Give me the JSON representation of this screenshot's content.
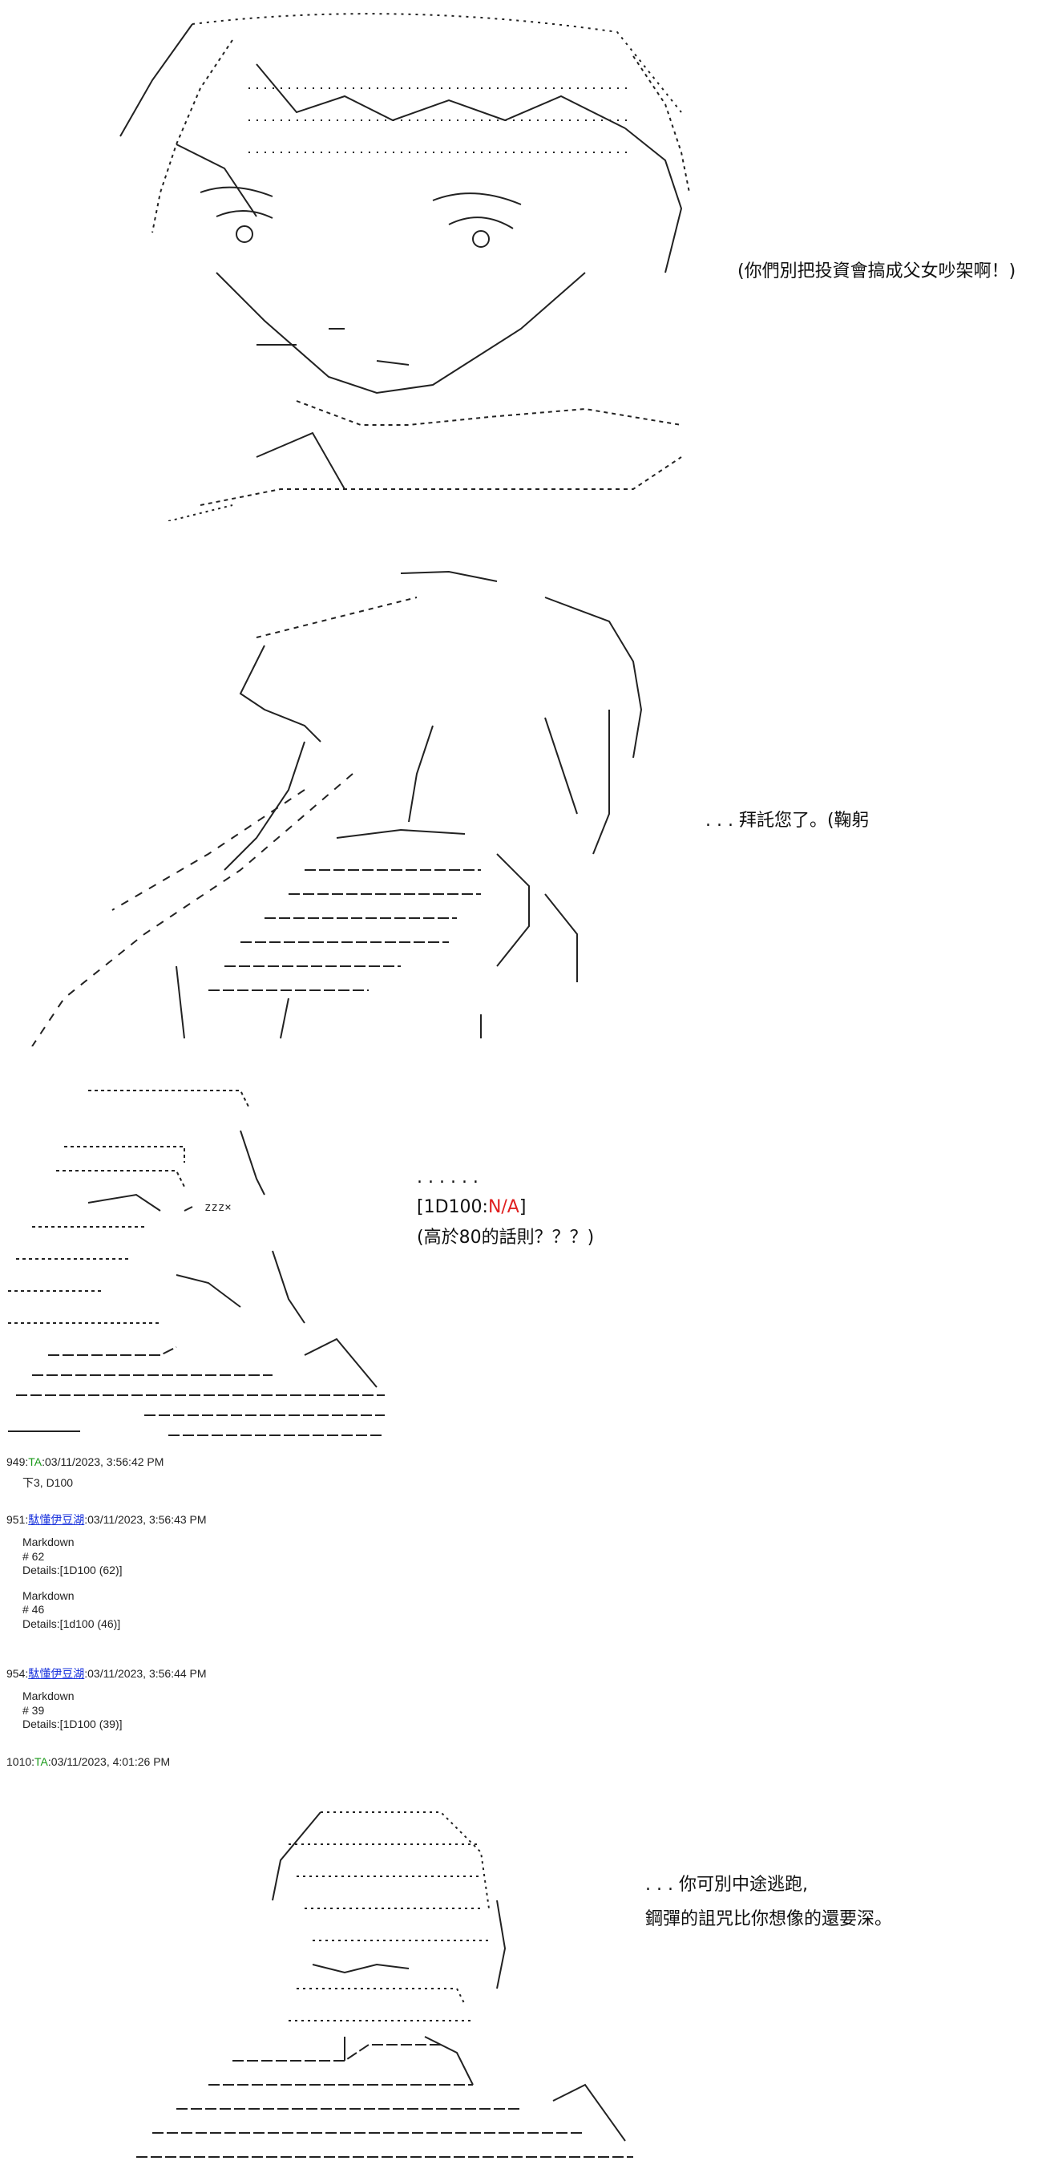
{
  "panels": [
    {
      "id": "panel1",
      "lines": [
        "(你們別把投資會搞成父女吵架啊！)"
      ]
    },
    {
      "id": "panel2",
      "lines": [
        ". . . 拜託您了。(鞠躬"
      ]
    },
    {
      "id": "panel3",
      "lines": [
        ". . . . . .",
        "(高於80的話則？？？)"
      ],
      "roll": {
        "open": "[1D100:",
        "value": "N/A",
        "close": "]"
      }
    },
    {
      "id": "panel4",
      "lines": [
        ". . . 你可別中途逃跑,",
        "鋼彈的詛咒比你想像的還要深。"
      ]
    }
  ],
  "posts": [
    {
      "no": "949",
      "name": "TA",
      "name_style": "green",
      "time": "03/11/2023, 3:56:42 PM",
      "blocks": [
        [
          "下3, D100"
        ]
      ]
    },
    {
      "no": "951",
      "name": "駄懂伊豆湖",
      "name_style": "blue",
      "time": "03/11/2023, 3:56:43 PM",
      "blocks": [
        [
          "Markdown",
          "# 62",
          "Details:[1D100 (62)]"
        ],
        [
          "Markdown",
          "# 46",
          "Details:[1d100 (46)]"
        ]
      ]
    },
    {
      "no": "954",
      "name": "駄懂伊豆湖",
      "name_style": "blue",
      "time": "03/11/2023, 3:56:44 PM",
      "blocks": [
        [
          "Markdown",
          "# 39",
          "Details:[1D100 (39)]"
        ]
      ]
    },
    {
      "no": "1010",
      "name": "TA",
      "name_style": "green",
      "time": "03/11/2023, 4:01:26 PM",
      "blocks": []
    }
  ],
  "colors": {
    "name_green": "#1a9a1a",
    "name_blue": "#1a33dd",
    "roll_na": "#e02020"
  }
}
